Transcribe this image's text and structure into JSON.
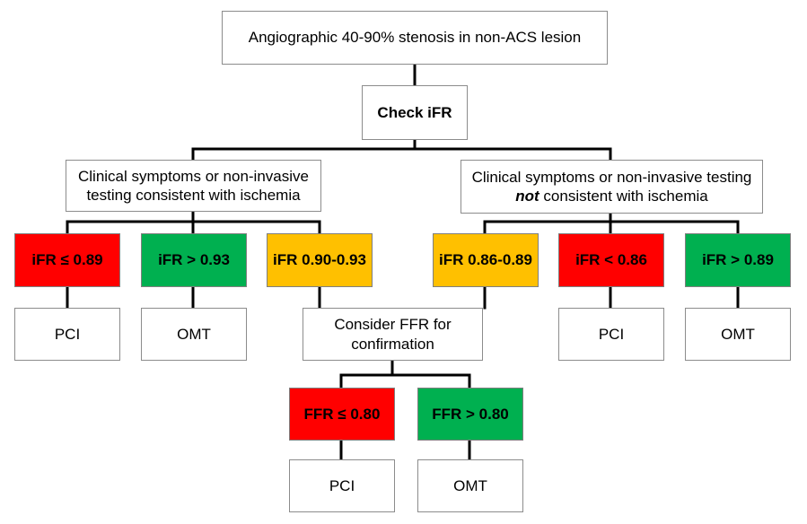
{
  "flowchart": {
    "root": "Angiographic 40-90% stenosis in non-ACS lesion",
    "check": "Check iFR",
    "left_branch": {
      "condition": "Clinical symptoms or non-invasive testing consistent with ischemia",
      "outcomes": [
        {
          "threshold": "iFR ≤ 0.89",
          "color": "#ff0000",
          "action": "PCI"
        },
        {
          "threshold": "iFR > 0.93",
          "color": "#00b050",
          "action": "OMT"
        },
        {
          "threshold": "iFR 0.90-0.93",
          "color": "#ffc000",
          "action": "Consider FFR for confirmation"
        }
      ]
    },
    "right_branch": {
      "condition_prefix": "Clinical symptoms or non-invasive testing ",
      "condition_emphasis": "not",
      "condition_suffix": " consistent with ischemia",
      "outcomes": [
        {
          "threshold": "iFR 0.86-0.89",
          "color": "#ffc000",
          "action": "Consider FFR for confirmation"
        },
        {
          "threshold": "iFR < 0.86",
          "color": "#ff0000",
          "action": "PCI"
        },
        {
          "threshold": "iFR > 0.89",
          "color": "#00b050",
          "action": "OMT"
        }
      ]
    },
    "ffr": {
      "outcomes": [
        {
          "threshold": "FFR ≤ 0.80",
          "color": "#ff0000",
          "action": "PCI"
        },
        {
          "threshold": "FFR > 0.80",
          "color": "#00b050",
          "action": "OMT"
        }
      ]
    }
  }
}
